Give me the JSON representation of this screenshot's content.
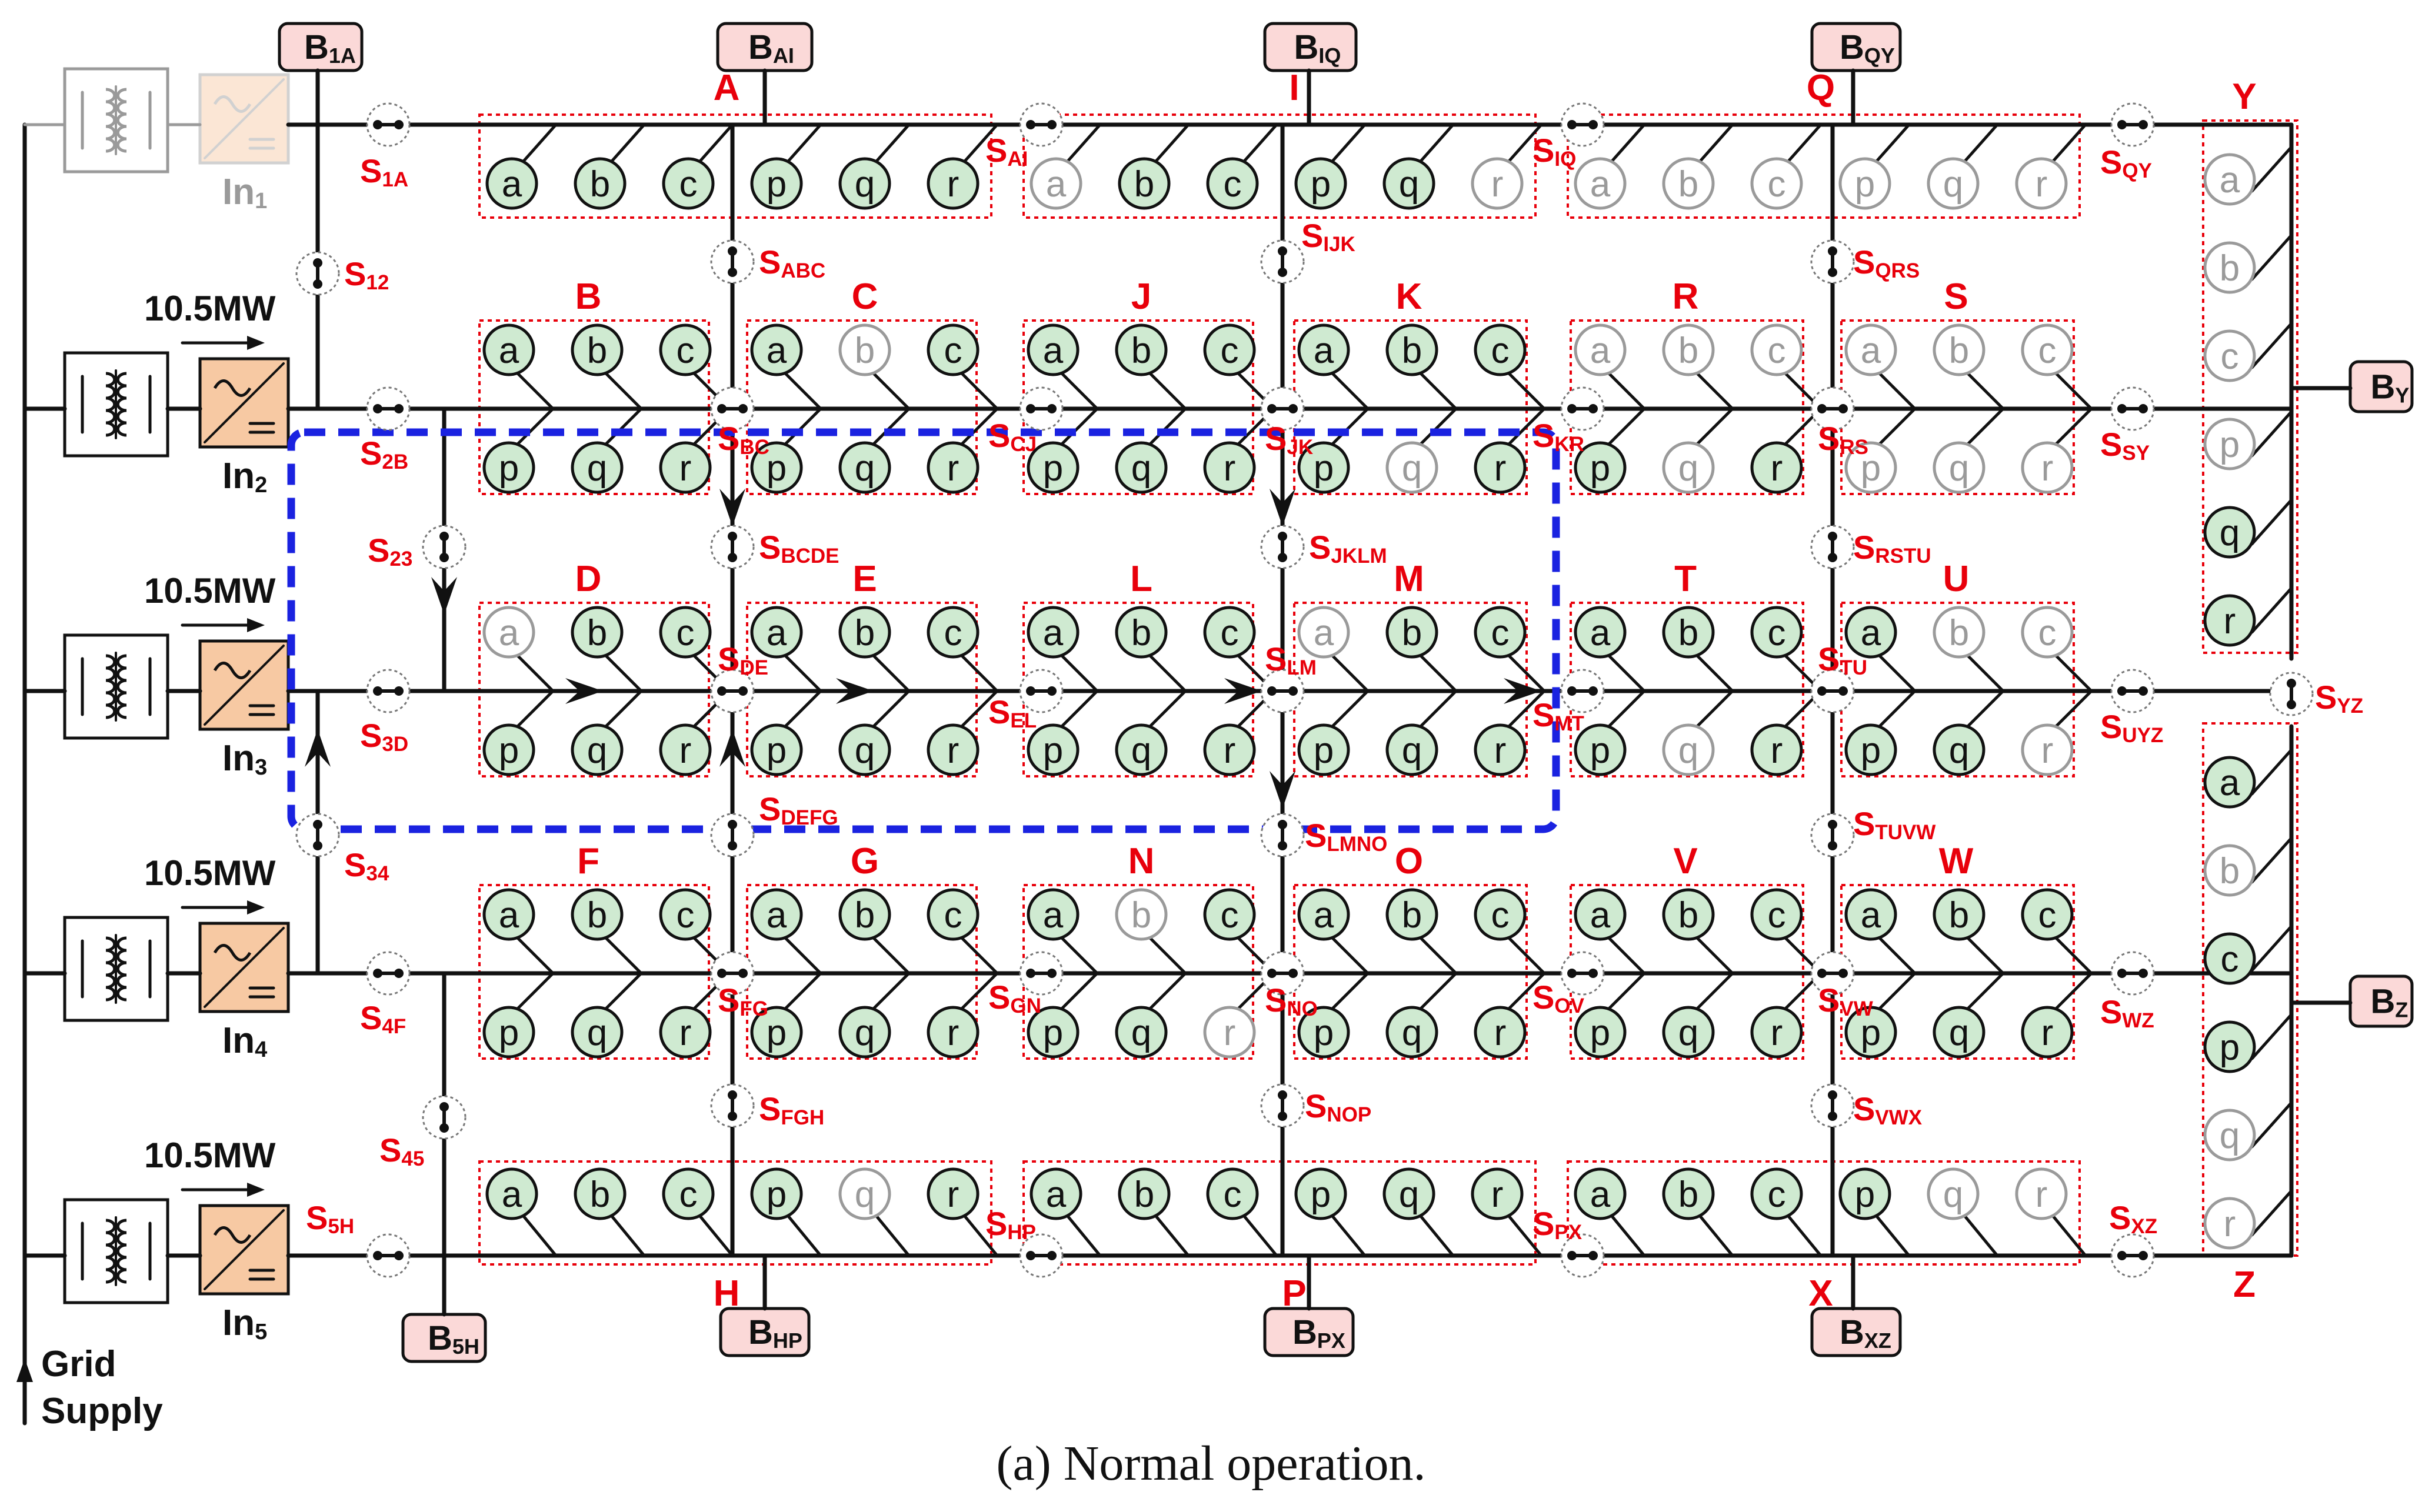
{
  "caption": "(a) Normal operation.",
  "colors": {
    "line": "#111111",
    "red": "#e8000b",
    "blue": "#1a22e0",
    "node_active": "#cfead1",
    "node_faded": "#9a9a9a",
    "inverter": "#f7c9a3",
    "box_fill": "#fbd9d8"
  },
  "grid": {
    "label_line1": "Grid",
    "label_line2": "Supply"
  },
  "power_labels": [
    "10.5MW",
    "10.5MW",
    "10.5MW",
    "10.5MW"
  ],
  "inverters": [
    {
      "main": "In",
      "sub": "1",
      "faded": true
    },
    {
      "main": "In",
      "sub": "2",
      "faded": false
    },
    {
      "main": "In",
      "sub": "3",
      "faded": false
    },
    {
      "main": "In",
      "sub": "4",
      "faded": false
    },
    {
      "main": "In",
      "sub": "5",
      "faded": false
    }
  ],
  "bus_boxes": [
    {
      "id": "B1A",
      "main": "B",
      "sub": "1A"
    },
    {
      "id": "BAI",
      "main": "B",
      "sub": "AI"
    },
    {
      "id": "BIQ",
      "main": "B",
      "sub": "IQ"
    },
    {
      "id": "BQY",
      "main": "B",
      "sub": "QY"
    },
    {
      "id": "BY",
      "main": "B",
      "sub": "Y"
    },
    {
      "id": "BZ",
      "main": "B",
      "sub": "Z"
    },
    {
      "id": "B5H",
      "main": "B",
      "sub": "5H"
    },
    {
      "id": "BHP",
      "main": "B",
      "sub": "HP"
    },
    {
      "id": "BPX",
      "main": "B",
      "sub": "PX"
    },
    {
      "id": "BXZ",
      "main": "B",
      "sub": "XZ"
    }
  ],
  "switches": [
    {
      "id": "S1A",
      "main": "S",
      "sub": "1A"
    },
    {
      "id": "S12",
      "main": "S",
      "sub": "12"
    },
    {
      "id": "S2B",
      "main": "S",
      "sub": "2B"
    },
    {
      "id": "S23",
      "main": "S",
      "sub": "23"
    },
    {
      "id": "S3D",
      "main": "S",
      "sub": "3D"
    },
    {
      "id": "S34",
      "main": "S",
      "sub": "34"
    },
    {
      "id": "S4F",
      "main": "S",
      "sub": "4F"
    },
    {
      "id": "S45",
      "main": "S",
      "sub": "45"
    },
    {
      "id": "S5H",
      "main": "S",
      "sub": "5H"
    },
    {
      "id": "SAI",
      "main": "S",
      "sub": "AI"
    },
    {
      "id": "SIQ",
      "main": "S",
      "sub": "IQ"
    },
    {
      "id": "SQY",
      "main": "S",
      "sub": "QY"
    },
    {
      "id": "SABC",
      "main": "S",
      "sub": "ABC"
    },
    {
      "id": "SIJK",
      "main": "S",
      "sub": "IJK"
    },
    {
      "id": "SQRS",
      "main": "S",
      "sub": "QRS"
    },
    {
      "id": "SBC",
      "main": "S",
      "sub": "BC"
    },
    {
      "id": "SCJ",
      "main": "S",
      "sub": "CJ"
    },
    {
      "id": "SJK",
      "main": "S",
      "sub": "JK"
    },
    {
      "id": "SKR",
      "main": "S",
      "sub": "KR"
    },
    {
      "id": "SRS",
      "main": "S",
      "sub": "RS"
    },
    {
      "id": "SSY",
      "main": "S",
      "sub": "SY"
    },
    {
      "id": "SBCDE",
      "main": "S",
      "sub": "BCDE"
    },
    {
      "id": "SJKLM",
      "main": "S",
      "sub": "JKLM"
    },
    {
      "id": "SRSTU",
      "main": "S",
      "sub": "RSTU"
    },
    {
      "id": "SDE",
      "main": "S",
      "sub": "DE"
    },
    {
      "id": "SEL",
      "main": "S",
      "sub": "EL"
    },
    {
      "id": "SLM",
      "main": "S",
      "sub": "LM"
    },
    {
      "id": "SMT",
      "main": "S",
      "sub": "MT"
    },
    {
      "id": "STU",
      "main": "S",
      "sub": "TU"
    },
    {
      "id": "SUYZ",
      "main": "S",
      "sub": "UYZ"
    },
    {
      "id": "SYZ",
      "main": "S",
      "sub": "YZ"
    },
    {
      "id": "SDEFG",
      "main": "S",
      "sub": "DEFG"
    },
    {
      "id": "SLMNO",
      "main": "S",
      "sub": "LMNO"
    },
    {
      "id": "STUVW",
      "main": "S",
      "sub": "TUVW"
    },
    {
      "id": "SFG",
      "main": "S",
      "sub": "FG"
    },
    {
      "id": "SGN",
      "main": "S",
      "sub": "GN"
    },
    {
      "id": "SNO",
      "main": "S",
      "sub": "NO"
    },
    {
      "id": "SOV",
      "main": "S",
      "sub": "OV"
    },
    {
      "id": "SVW",
      "main": "S",
      "sub": "VW"
    },
    {
      "id": "SWZ",
      "main": "S",
      "sub": "WZ"
    },
    {
      "id": "SFGH",
      "main": "S",
      "sub": "FGH"
    },
    {
      "id": "SNOP",
      "main": "S",
      "sub": "NOP"
    },
    {
      "id": "SVWX",
      "main": "S",
      "sub": "VWX"
    },
    {
      "id": "SHP",
      "main": "S",
      "sub": "HP"
    },
    {
      "id": "SPX",
      "main": "S",
      "sub": "PX"
    },
    {
      "id": "SXZ",
      "main": "S",
      "sub": "XZ"
    }
  ],
  "groups": [
    {
      "label": "A",
      "nodes": [
        [
          "a",
          1
        ],
        [
          "b",
          1
        ],
        [
          "c",
          1
        ],
        [
          "p",
          1
        ],
        [
          "q",
          1
        ],
        [
          "r",
          1
        ]
      ]
    },
    {
      "label": "I",
      "nodes": [
        [
          "a",
          0
        ],
        [
          "b",
          1
        ],
        [
          "c",
          1
        ],
        [
          "p",
          1
        ],
        [
          "q",
          1
        ],
        [
          "r",
          0
        ]
      ]
    },
    {
      "label": "Q",
      "nodes": [
        [
          "a",
          0
        ],
        [
          "b",
          0
        ],
        [
          "c",
          0
        ],
        [
          "p",
          0
        ],
        [
          "q",
          0
        ],
        [
          "r",
          0
        ]
      ]
    },
    {
      "label": "B",
      "nodes": [
        [
          "a",
          1
        ],
        [
          "b",
          1
        ],
        [
          "c",
          1
        ],
        [
          "p",
          1
        ],
        [
          "q",
          1
        ],
        [
          "r",
          1
        ]
      ]
    },
    {
      "label": "C",
      "nodes": [
        [
          "a",
          1
        ],
        [
          "b",
          0
        ],
        [
          "c",
          1
        ],
        [
          "p",
          1
        ],
        [
          "q",
          1
        ],
        [
          "r",
          1
        ]
      ]
    },
    {
      "label": "J",
      "nodes": [
        [
          "a",
          1
        ],
        [
          "b",
          1
        ],
        [
          "c",
          1
        ],
        [
          "p",
          1
        ],
        [
          "q",
          1
        ],
        [
          "r",
          1
        ]
      ]
    },
    {
      "label": "K",
      "nodes": [
        [
          "a",
          1
        ],
        [
          "b",
          1
        ],
        [
          "c",
          1
        ],
        [
          "p",
          1
        ],
        [
          "q",
          0
        ],
        [
          "r",
          1
        ]
      ]
    },
    {
      "label": "R",
      "nodes": [
        [
          "a",
          0
        ],
        [
          "b",
          0
        ],
        [
          "c",
          0
        ],
        [
          "p",
          1
        ],
        [
          "q",
          0
        ],
        [
          "r",
          1
        ]
      ]
    },
    {
      "label": "S",
      "nodes": [
        [
          "a",
          0
        ],
        [
          "b",
          0
        ],
        [
          "c",
          0
        ],
        [
          "p",
          0
        ],
        [
          "q",
          0
        ],
        [
          "r",
          0
        ]
      ]
    },
    {
      "label": "D",
      "nodes": [
        [
          "a",
          0
        ],
        [
          "b",
          1
        ],
        [
          "c",
          1
        ],
        [
          "p",
          1
        ],
        [
          "q",
          1
        ],
        [
          "r",
          1
        ]
      ]
    },
    {
      "label": "E",
      "nodes": [
        [
          "a",
          1
        ],
        [
          "b",
          1
        ],
        [
          "c",
          1
        ],
        [
          "p",
          1
        ],
        [
          "q",
          1
        ],
        [
          "r",
          1
        ]
      ]
    },
    {
      "label": "L",
      "nodes": [
        [
          "a",
          1
        ],
        [
          "b",
          1
        ],
        [
          "c",
          1
        ],
        [
          "p",
          1
        ],
        [
          "q",
          1
        ],
        [
          "r",
          1
        ]
      ]
    },
    {
      "label": "M",
      "nodes": [
        [
          "a",
          0
        ],
        [
          "b",
          1
        ],
        [
          "c",
          1
        ],
        [
          "p",
          1
        ],
        [
          "q",
          1
        ],
        [
          "r",
          1
        ]
      ]
    },
    {
      "label": "T",
      "nodes": [
        [
          "a",
          1
        ],
        [
          "b",
          1
        ],
        [
          "c",
          1
        ],
        [
          "p",
          1
        ],
        [
          "q",
          0
        ],
        [
          "r",
          1
        ]
      ]
    },
    {
      "label": "U",
      "nodes": [
        [
          "a",
          1
        ],
        [
          "b",
          0
        ],
        [
          "c",
          0
        ],
        [
          "p",
          1
        ],
        [
          "q",
          1
        ],
        [
          "r",
          0
        ]
      ]
    },
    {
      "label": "F",
      "nodes": [
        [
          "a",
          1
        ],
        [
          "b",
          1
        ],
        [
          "c",
          1
        ],
        [
          "p",
          1
        ],
        [
          "q",
          1
        ],
        [
          "r",
          1
        ]
      ]
    },
    {
      "label": "G",
      "nodes": [
        [
          "a",
          1
        ],
        [
          "b",
          1
        ],
        [
          "c",
          1
        ],
        [
          "p",
          1
        ],
        [
          "q",
          1
        ],
        [
          "r",
          1
        ]
      ]
    },
    {
      "label": "N",
      "nodes": [
        [
          "a",
          1
        ],
        [
          "b",
          0
        ],
        [
          "c",
          1
        ],
        [
          "p",
          1
        ],
        [
          "q",
          1
        ],
        [
          "r",
          0
        ]
      ]
    },
    {
      "label": "O",
      "nodes": [
        [
          "a",
          1
        ],
        [
          "b",
          1
        ],
        [
          "c",
          1
        ],
        [
          "p",
          1
        ],
        [
          "q",
          1
        ],
        [
          "r",
          1
        ]
      ]
    },
    {
      "label": "V",
      "nodes": [
        [
          "a",
          1
        ],
        [
          "b",
          1
        ],
        [
          "c",
          1
        ],
        [
          "p",
          1
        ],
        [
          "q",
          1
        ],
        [
          "r",
          1
        ]
      ]
    },
    {
      "label": "W",
      "nodes": [
        [
          "a",
          1
        ],
        [
          "b",
          1
        ],
        [
          "c",
          1
        ],
        [
          "p",
          1
        ],
        [
          "q",
          1
        ],
        [
          "r",
          1
        ]
      ]
    },
    {
      "label": "H",
      "nodes": [
        [
          "a",
          1
        ],
        [
          "b",
          1
        ],
        [
          "c",
          1
        ],
        [
          "p",
          1
        ],
        [
          "q",
          0
        ],
        [
          "r",
          1
        ]
      ]
    },
    {
      "label": "P",
      "nodes": [
        [
          "a",
          1
        ],
        [
          "b",
          1
        ],
        [
          "c",
          1
        ],
        [
          "p",
          1
        ],
        [
          "q",
          1
        ],
        [
          "r",
          1
        ]
      ]
    },
    {
      "label": "X",
      "nodes": [
        [
          "a",
          1
        ],
        [
          "b",
          1
        ],
        [
          "c",
          1
        ],
        [
          "p",
          1
        ],
        [
          "q",
          0
        ],
        [
          "r",
          0
        ]
      ]
    },
    {
      "label": "Y",
      "nodes": [
        [
          "a",
          0
        ],
        [
          "b",
          0
        ],
        [
          "c",
          0
        ],
        [
          "p",
          0
        ],
        [
          "q",
          1
        ],
        [
          "r",
          1
        ]
      ]
    },
    {
      "label": "Z",
      "nodes": [
        [
          "a",
          1
        ],
        [
          "b",
          0
        ],
        [
          "c",
          1
        ],
        [
          "p",
          1
        ],
        [
          "q",
          0
        ],
        [
          "r",
          0
        ]
      ]
    }
  ]
}
